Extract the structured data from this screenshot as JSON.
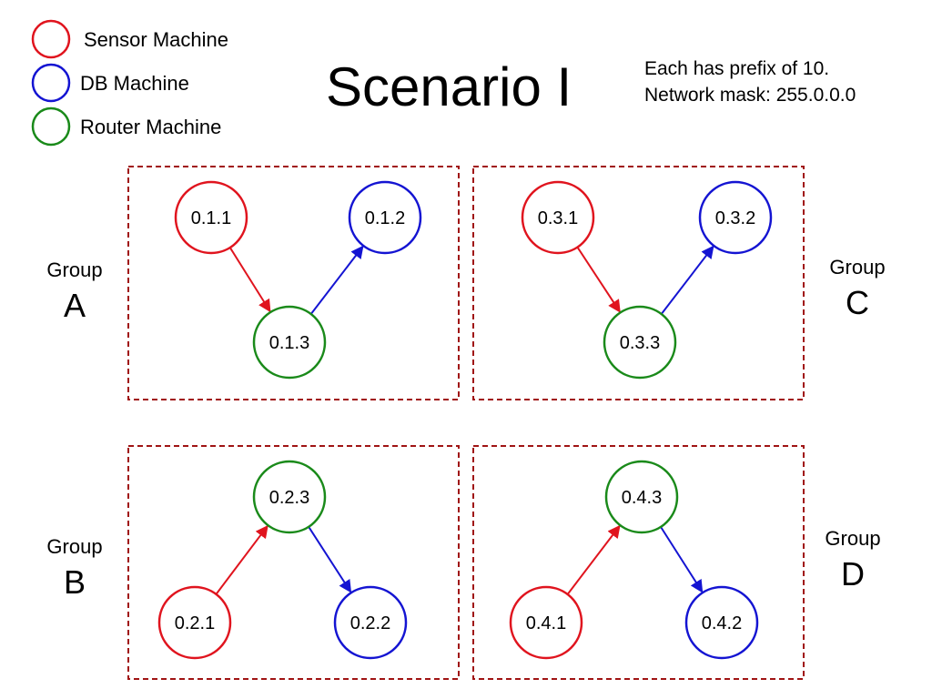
{
  "title": "Scenario I",
  "legend": [
    {
      "label": "Sensor Machine",
      "color": "#e0141e"
    },
    {
      "label": "DB Machine",
      "color": "#1414d2"
    },
    {
      "label": "Router Machine",
      "color": "#1a8a1a"
    }
  ],
  "notes": {
    "line1": "Each has prefix of 10.",
    "line2": "Network mask: 255.0.0.0"
  },
  "box_color": "#a01414",
  "group_word": "Group",
  "groups": [
    {
      "letter": "A",
      "sensor": "0.1.1",
      "db": "0.1.2",
      "router": "0.1.3"
    },
    {
      "letter": "B",
      "sensor": "0.2.1",
      "db": "0.2.2",
      "router": "0.2.3"
    },
    {
      "letter": "C",
      "sensor": "0.3.1",
      "db": "0.3.2",
      "router": "0.3.3"
    },
    {
      "letter": "D",
      "sensor": "0.4.1",
      "db": "0.4.2",
      "router": "0.4.3"
    }
  ],
  "edges": [
    {
      "group": 0,
      "from": "sensor",
      "to": "router",
      "color": "red"
    },
    {
      "group": 0,
      "from": "router",
      "to": "db",
      "color": "blue"
    },
    {
      "group": 1,
      "from": "sensor",
      "to": "router",
      "color": "red"
    },
    {
      "group": 1,
      "from": "router",
      "to": "db",
      "color": "blue"
    },
    {
      "group": 2,
      "from": "sensor",
      "to": "router",
      "color": "red"
    },
    {
      "group": 2,
      "from": "router",
      "to": "db",
      "color": "blue"
    },
    {
      "group": 3,
      "from": "sensor",
      "to": "router",
      "color": "red"
    },
    {
      "group": 3,
      "from": "router",
      "to": "db",
      "color": "blue"
    }
  ]
}
